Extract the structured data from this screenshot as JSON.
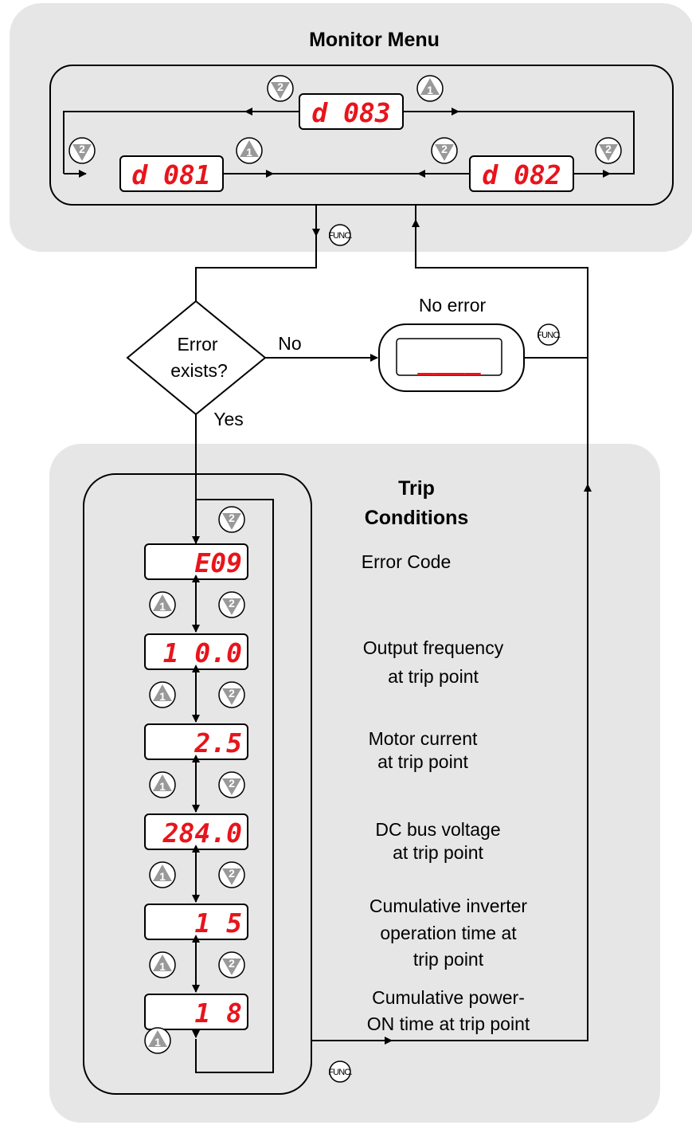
{
  "monitor_menu": {
    "title": "Monitor Menu",
    "displays": {
      "d083": "d 083",
      "d081": "d 081",
      "d082": "d 082"
    }
  },
  "func_label": "FUNC.",
  "keys": {
    "up": "1",
    "down": "2"
  },
  "decision": {
    "line1": "Error",
    "line2": "exists?",
    "no_label": "No",
    "yes_label": "Yes"
  },
  "no_error": {
    "label": "No error",
    "display": "____"
  },
  "trip": {
    "title_line1": "Trip",
    "title_line2": "Conditions",
    "rows": [
      {
        "value": "E09",
        "desc": [
          "Error Code"
        ]
      },
      {
        "value": "1 0.0",
        "desc": [
          "Output frequency",
          "at trip point"
        ]
      },
      {
        "value": "2.5",
        "desc": [
          "Motor current",
          "at trip point"
        ]
      },
      {
        "value": "284.0",
        "desc": [
          "DC bus voltage",
          "at trip point"
        ]
      },
      {
        "value": "1 5",
        "desc": [
          "Cumulative inverter",
          "operation time at",
          "trip point"
        ]
      },
      {
        "value": "1 8",
        "desc": [
          "Cumulative power-",
          "ON time at trip point"
        ]
      }
    ]
  },
  "colors": {
    "display_digits": "#e8141c",
    "panel": "#e6e6e6",
    "key": "#999999"
  }
}
